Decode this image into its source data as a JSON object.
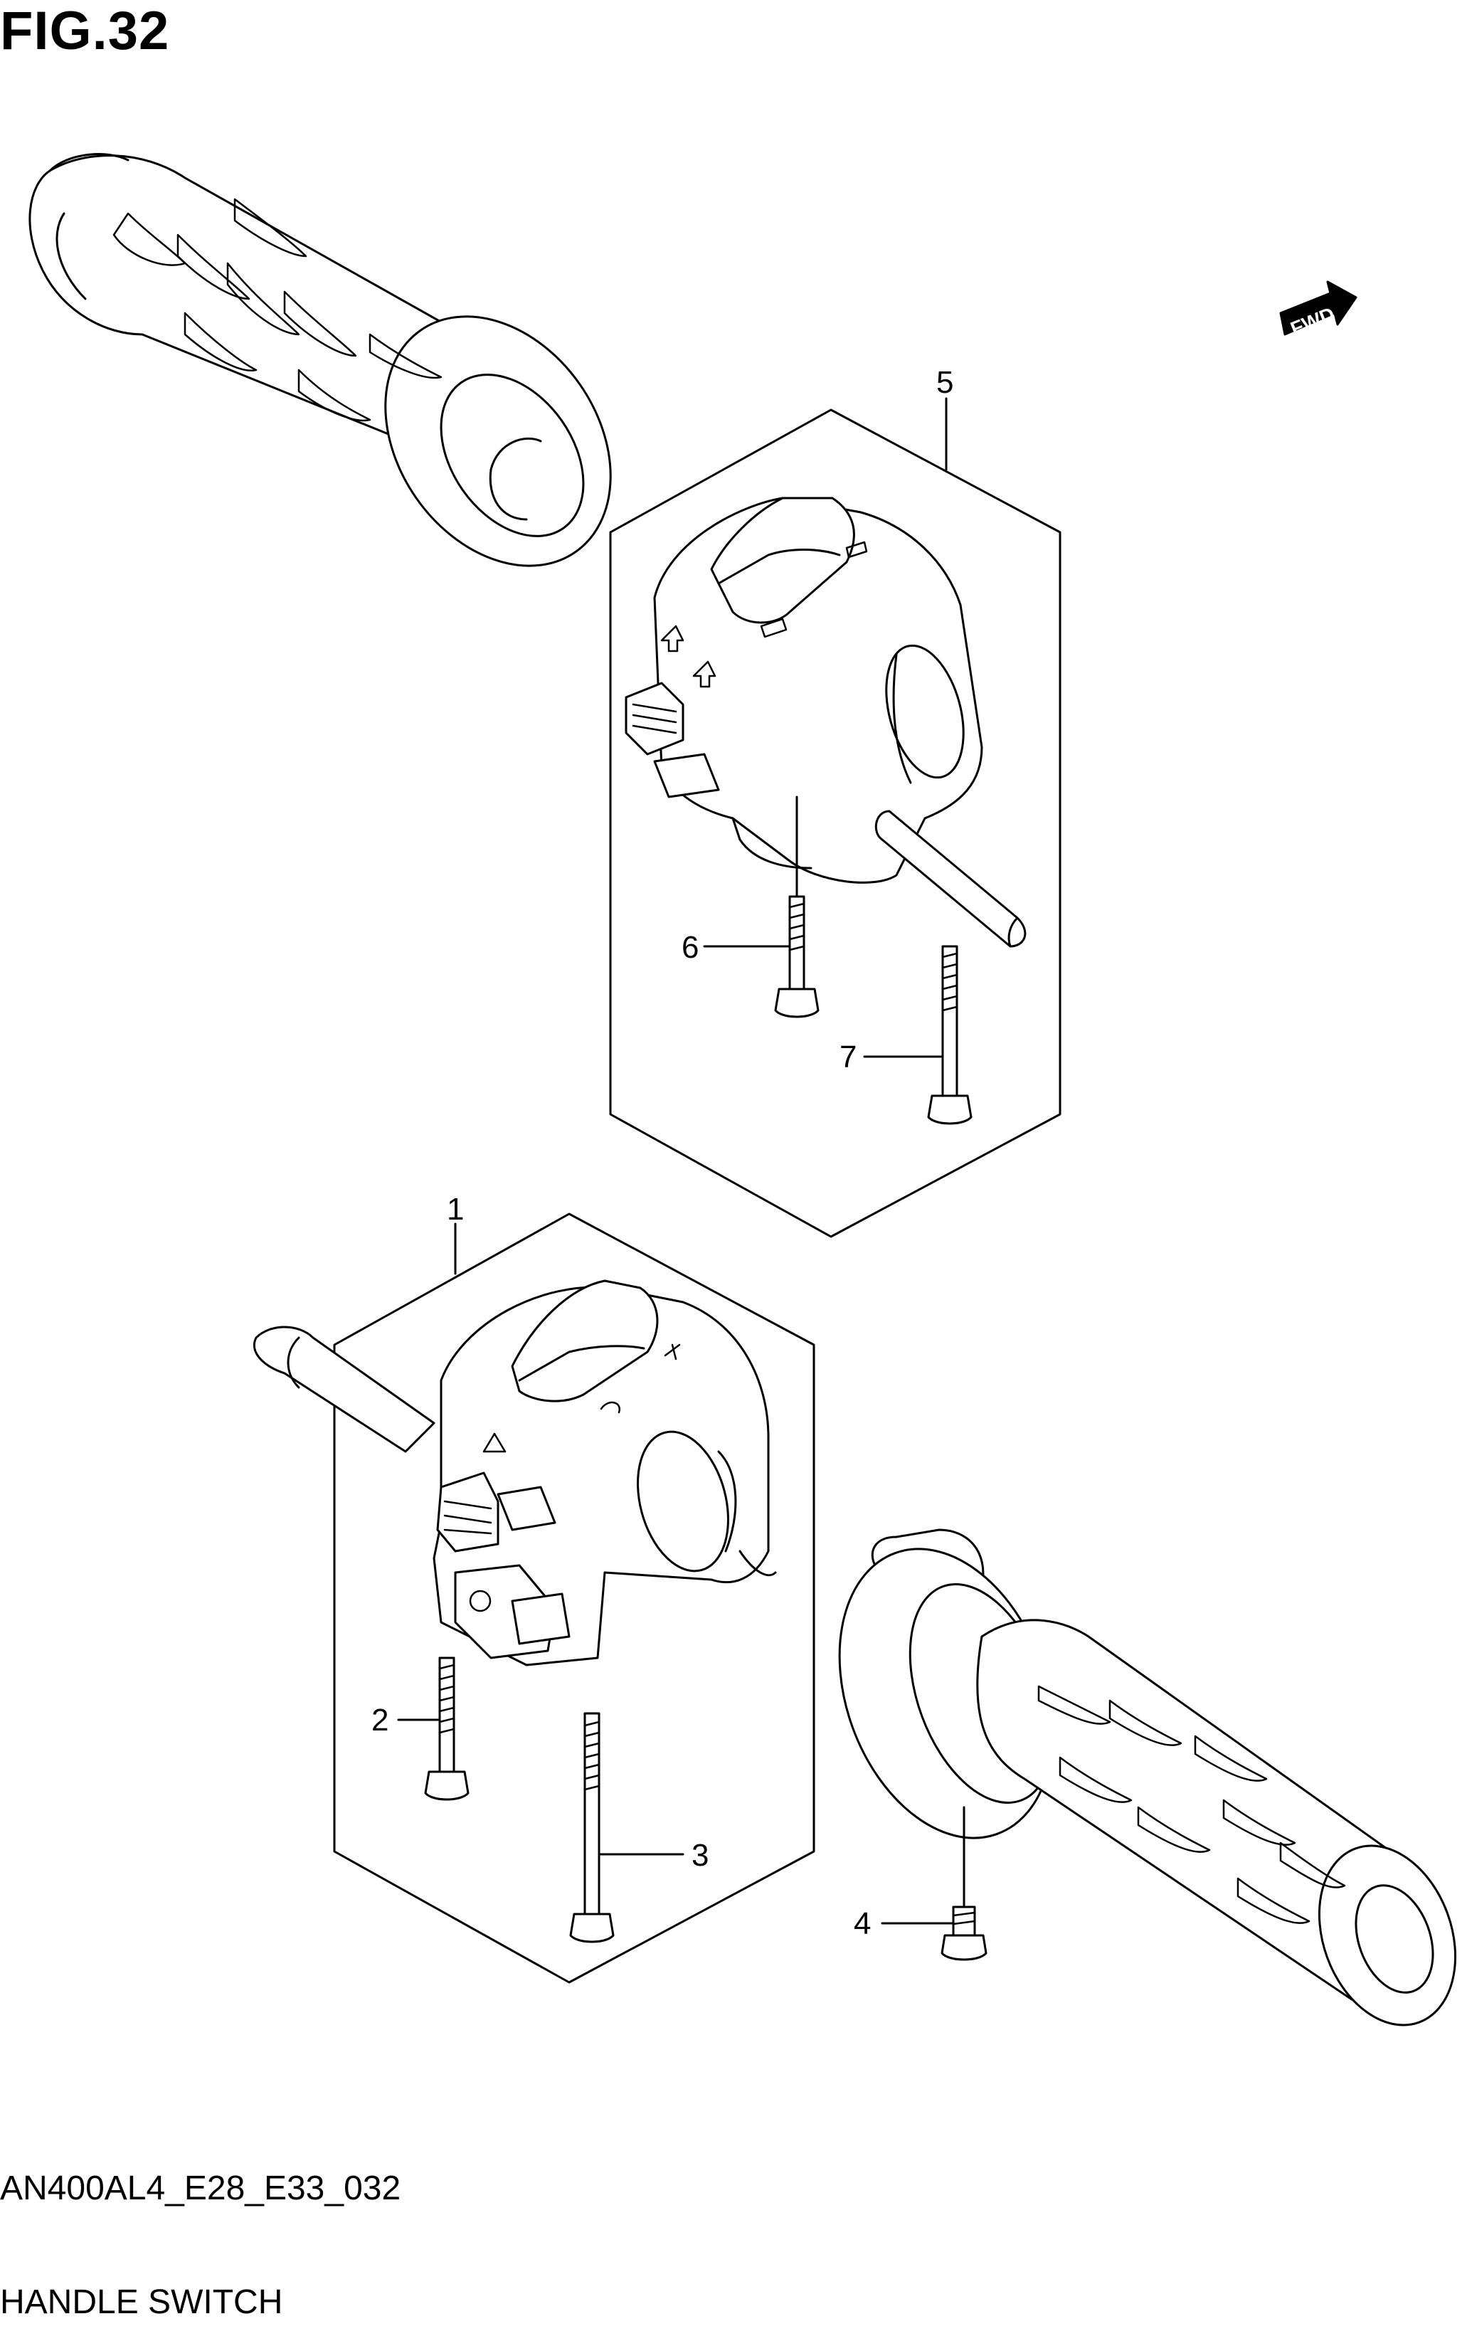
{
  "figure": {
    "title": "FIG.32",
    "code": "AN400AL4_E28_E33_032",
    "name": "HANDLE SWITCH"
  },
  "direction_badge": {
    "label": "FWD"
  },
  "callouts": [
    {
      "id": "1",
      "label": "1"
    },
    {
      "id": "2",
      "label": "2"
    },
    {
      "id": "3",
      "label": "3"
    },
    {
      "id": "4",
      "label": "4"
    },
    {
      "id": "5",
      "label": "5"
    },
    {
      "id": "6",
      "label": "6"
    },
    {
      "id": "7",
      "label": "7"
    }
  ]
}
